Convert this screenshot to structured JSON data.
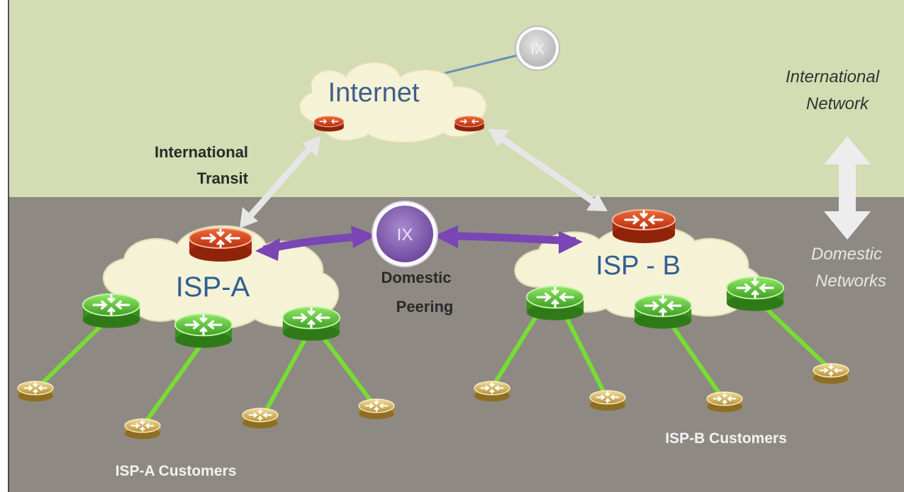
{
  "colors": {
    "international_bg": "#d3dcb2",
    "domestic_bg": "#8e8a83",
    "cloud": "#f6f2d6",
    "core_router": "#d9461e",
    "access_router": "#5fc43a",
    "customer_router": "#d9b75c",
    "ix_purple": "#7b55a8",
    "ix_grey": "#c9c9c9",
    "customer_link": "#77dd33",
    "transit_arrow": "#e6e6e6",
    "peering_arrow": "#7a45b5"
  },
  "nodes": {
    "internet_label": "Internet",
    "isp_a_label": "ISP-A",
    "isp_b_label": "ISP - B",
    "ix_top_label": "IX",
    "ix_domestic_label": "IX"
  },
  "annotations": {
    "international_transit": [
      "International",
      "Transit"
    ],
    "domestic_peering": [
      "Domestic",
      "Peering"
    ],
    "international_network": [
      "International",
      "Network"
    ],
    "domestic_networks": [
      "Domestic",
      "Networks"
    ],
    "isp_a_customers": "ISP-A Customers",
    "isp_b_customers": "ISP-B Customers"
  },
  "icons": {
    "router": "router-icon",
    "cloud": "cloud-icon",
    "exchange": "ix-icon",
    "arrow": "double-arrow-icon"
  }
}
